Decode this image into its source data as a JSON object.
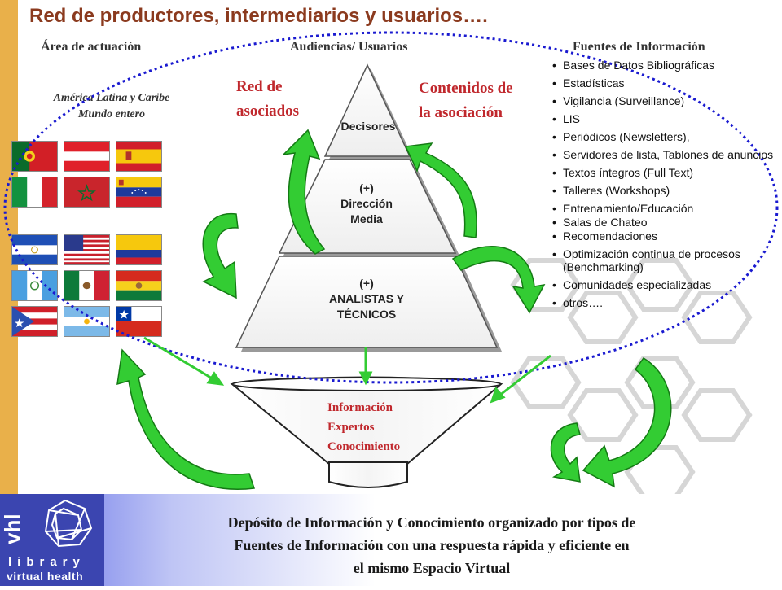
{
  "title": "Red de productores, intermediarios y usuarios….",
  "headers": {
    "area": "Área de actuación",
    "audiences": "Audiencias/ Usuarios",
    "sources": "Fuentes de Información"
  },
  "region": {
    "line1": "América Latina y Caribe",
    "line2": "Mundo entero"
  },
  "labels": {
    "red_line1": "Red de",
    "red_line2": "asociados",
    "contenidos_line1": "Contenidos de",
    "contenidos_line2": "la asociación"
  },
  "pyramid": {
    "top": "Decisores",
    "middle_line1": "(+)",
    "middle_line2": "Dirección",
    "middle_line3": "Media",
    "bottom_line1": "(+)",
    "bottom_line2": "ANALISTAS Y",
    "bottom_line3": "TÉCNICOS"
  },
  "sources": [
    "Bases de Datos Bibliográficas",
    "Estadísticas",
    "Vigilancia (Surveillance)",
    "LIS",
    "Periódicos (Newsletters),",
    "Servidores de lista, Tablones de anuncios",
    "Textos íntegros (Full Text)",
    "Talleres (Workshops)",
    "Entrenamiento/Educación",
    "Salas de Chateo",
    "Recomendaciones",
    "Optimización continua de procesos (Benchmarking)",
    "Comunidades especializadas",
    "otros…."
  ],
  "funnel": {
    "line1": "Información",
    "line2": "Expertos",
    "line3": "Conocimiento"
  },
  "footer": {
    "line1": "Depósito de Información y Conocimiento organizado por tipos de",
    "line2": "Fuentes de Información con una respuesta rápida y eficiente en",
    "line3": "el mismo Espacio Virtual"
  },
  "logo": {
    "side": "vhl",
    "line1": "library",
    "line2": "virtual health"
  },
  "colors": {
    "title": "#8b3a1e",
    "accent_red": "#c0282d",
    "arrow_green": "#33cc33",
    "ellipse_blue": "#1a1ad0",
    "left_bar": "#e9b04a",
    "logo_blue": "#3b45b0"
  },
  "flags": [
    "portugal",
    "austria",
    "spain",
    "italy",
    "morocco",
    "venezuela",
    "el-salvador",
    "usa",
    "colombia",
    "guatemala",
    "mexico",
    "bolivia",
    "puerto-rico",
    "argentina",
    "chile"
  ]
}
